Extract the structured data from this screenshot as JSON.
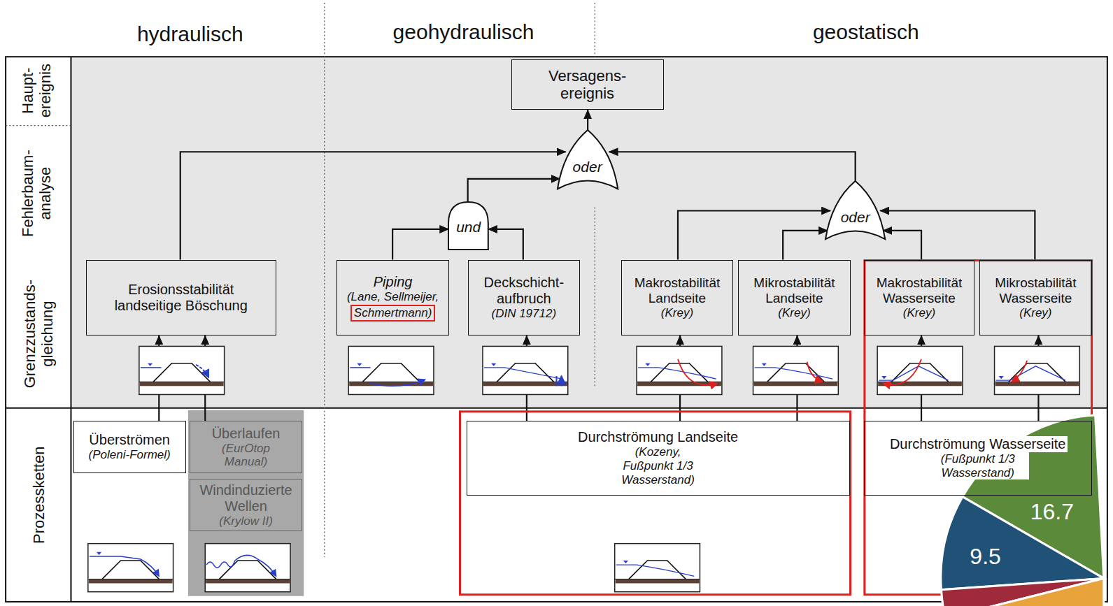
{
  "diagram": {
    "nodes": [
      {
        "text": [
          "Versagens- ereignis"
        ]
      },
      {
        "text": [
          "oder"
        ]
      },
      {
        "text": [
          "und"
        ]
      },
      {
        "text": [
          "oder"
        ]
      },
      {
        "text": [
          "Erosionsstabilität landseitige Böschung"
        ]
      },
      {
        "text": [
          "Piping",
          "(Lane, Sellmeijer,",
          "Schmertmann)"
        ]
      },
      {
        "text": [
          "Deckschicht- aufbruch",
          "(DIN 19712)"
        ]
      },
      {
        "text": [
          "Makrostabilität Landseite",
          "(Krey)"
        ]
      },
      {
        "text": [
          "Mikrostabilität Landseite",
          "(Krey)"
        ]
      },
      {
        "text": [
          "Makrostabilität Wasserseite",
          "(Krey)"
        ]
      },
      {
        "text": [
          "Mikrostabilität Wasserseite",
          "(Krey)"
        ]
      },
      {
        "text": [
          "Überströmen",
          "(Poleni-Formel)"
        ]
      },
      {
        "text": [
          "Überlaufen",
          "(EurOtop Manual)"
        ]
      },
      {
        "text": [
          "Windinduzierte Wellen",
          "(Krylow II)"
        ]
      },
      {
        "text": [
          "Durchströmung Landseite",
          "(Kozeny, Fußpunkt 1/3 Wasserstand)"
        ]
      },
      {
        "text": [
          "Durchströmung Wasserseite",
          "(Fußpunkt 1/3 Wasserstand)"
        ]
      }
    ],
    "edges": [
      {
        "from": 1,
        "to": 0,
        "arrow": "to"
      },
      {
        "from": 4,
        "to": 1,
        "arrow": "to"
      },
      {
        "from": 2,
        "to": 1,
        "arrow": "to"
      },
      {
        "from": 3,
        "to": 1,
        "arrow": "to"
      },
      {
        "from": 5,
        "to": 2,
        "arrow": "to"
      },
      {
        "from": 6,
        "to": 2,
        "arrow": "to"
      },
      {
        "from": 7,
        "to": 3,
        "arrow": "to"
      },
      {
        "from": 8,
        "to": 3,
        "arrow": "to"
      },
      {
        "from": 9,
        "to": 3,
        "arrow": "to"
      },
      {
        "from": 10,
        "to": 3,
        "arrow": "to"
      },
      {
        "from": 11,
        "to": 4,
        "arrow": "to"
      },
      {
        "from": 12,
        "to": 4,
        "arrow": "to"
      },
      {
        "from": 14,
        "to": 6,
        "arrow": "to"
      },
      {
        "from": 14,
        "to": 7,
        "arrow": "to"
      },
      {
        "from": 14,
        "to": 8,
        "arrow": "to"
      },
      {
        "from": 15,
        "to": 9,
        "arrow": "to"
      },
      {
        "from": 15,
        "to": 10,
        "arrow": "to"
      }
    ],
    "labels": [
      "hydraulisch",
      "geohydraulisch",
      "geostatisch",
      "Haupt- ereignis",
      "Fehlerbaum- analyse",
      "Grenzzustands- gleichung",
      "Prozessketten",
      "16.7",
      "9.5"
    ]
  }
}
